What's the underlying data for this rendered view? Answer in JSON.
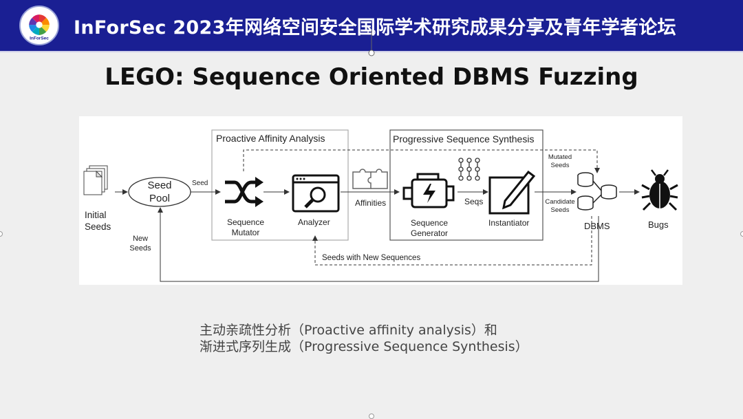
{
  "header": {
    "title": "InForSec 2023年网络空间安全国际学术研究成果分享及青年学者论坛",
    "logo_text": "InForSec",
    "color": "#1a1f93"
  },
  "slide": {
    "title": "LEGO: Sequence Oriented DBMS Fuzzing"
  },
  "diagram": {
    "boxes": {
      "proactive": "Proactive Affinity Analysis",
      "progressive": "Progressive Sequence Synthesis"
    },
    "nodes": {
      "initial_seeds": "Initial\nSeeds",
      "seed_pool": "Seed\nPool",
      "sequence_mutator": "Sequence\nMutator",
      "analyzer": "Analyzer",
      "affinities": "Affinities",
      "sequence_generator": "Sequence\nGenerator",
      "seqs": "Seqs",
      "instantiator": "Instantiator",
      "dbms": "DBMS",
      "bugs": "Bugs"
    },
    "edges": {
      "seed": "Seed",
      "mutated_seeds": "Mutated\nSeeds",
      "candidate_seeds": "Candidate\nSeeds",
      "new_seeds": "New\nSeeds",
      "seeds_with_new_sequences": "Seeds with New Sequences"
    },
    "icons": [
      "documents-icon",
      "shuffle-icon",
      "search-window-icon",
      "puzzle-icon",
      "engine-icon",
      "dots-grid-icon",
      "edit-icon",
      "database-icon",
      "bug-icon"
    ]
  },
  "caption": {
    "line1": "主动亲疏性分析（Proactive affinity analysis）和",
    "line2": "渐进式序列生成（Progressive Sequence Synthesis）"
  }
}
